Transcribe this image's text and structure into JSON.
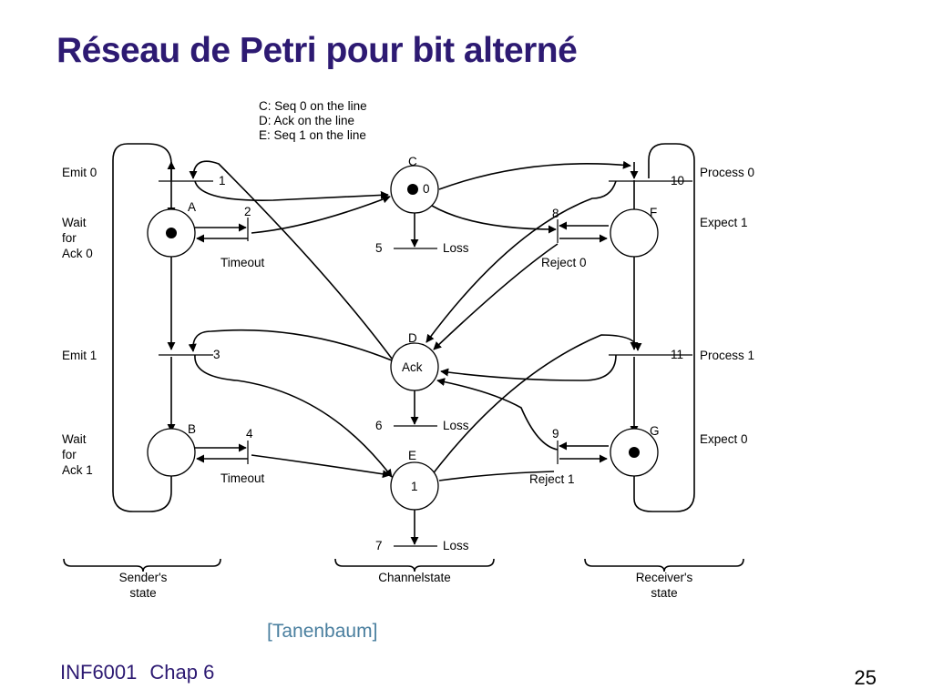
{
  "slide": {
    "title": "Réseau de Petri pour bit alterné",
    "citation": "[Tanenbaum]",
    "footer_course": "INF6001",
    "footer_chapter": "Chap 6",
    "page_number": "25"
  },
  "diagram": {
    "legend": [
      "C: Seq 0 on the line",
      "D: Ack on the line",
      "E: Seq 1 on the line"
    ],
    "places": {
      "A": {
        "name": "A"
      },
      "B": {
        "name": "B"
      },
      "C": {
        "name": "C",
        "inner": "0"
      },
      "D": {
        "name": "D",
        "inner": "Ack"
      },
      "E": {
        "name": "E",
        "inner": "1"
      },
      "F": {
        "name": "F"
      },
      "G": {
        "name": "G"
      }
    },
    "transitions": {
      "t1": "1",
      "t2": "2",
      "t3": "3",
      "t4": "4",
      "t5": "5",
      "t6": "6",
      "t7": "7",
      "t8": "8",
      "t9": "9",
      "t10": "10",
      "t11": "11"
    },
    "sender_labels": {
      "emit0": "Emit 0",
      "wait_ack0": [
        "Wait",
        "for",
        "Ack 0"
      ],
      "emit1": "Emit 1",
      "wait_ack1": [
        "Wait",
        "for",
        "Ack 1"
      ],
      "timeout": "Timeout"
    },
    "channel_labels": {
      "loss": "Loss"
    },
    "receiver_labels": {
      "process0": "Process 0",
      "expect1": "Expect 1",
      "process1": "Process 1",
      "expect0": "Expect 0",
      "reject0": "Reject 0",
      "reject1": "Reject 1"
    },
    "groups": {
      "sender": [
        "Sender's",
        "state"
      ],
      "channel": "Channelstate",
      "receiver": [
        "Receiver's",
        "state"
      ]
    }
  }
}
